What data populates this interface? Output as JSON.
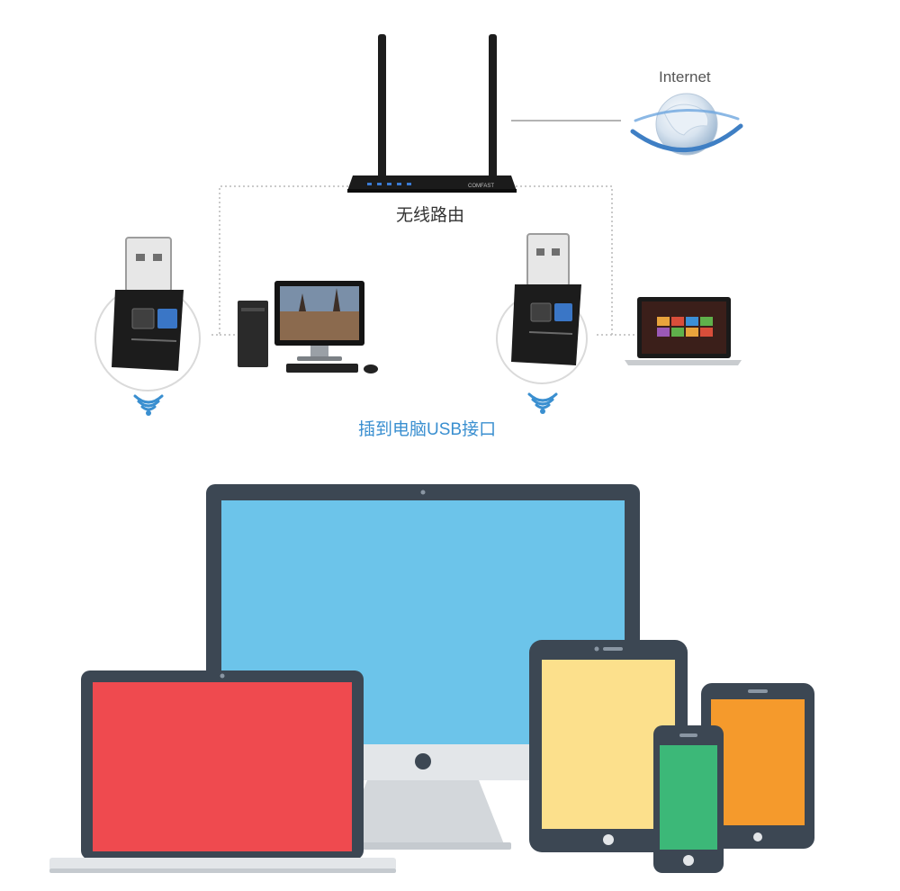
{
  "labels": {
    "internet": "Internet",
    "router": "无线路由",
    "usb_caption": "插到电脑USB接口",
    "router_brand": "COMFAST"
  },
  "colors": {
    "caption_blue": "#3a8fd0",
    "desktop_screen": "#6cc4ea",
    "laptop_screen": "#ef4a4f",
    "tablet_screen": "#fce08c",
    "tablet_small_screen": "#f59a2c",
    "phone_screen": "#3cb878",
    "device_frame": "#3c4753",
    "desktop_stand": "#e3e6e9"
  },
  "icons": [
    "router-icon",
    "globe-icon",
    "usb-adapter-icon",
    "desktop-pc-icon",
    "laptop-icon",
    "wifi-signal-icon",
    "tablet-icon",
    "smartphone-icon"
  ]
}
